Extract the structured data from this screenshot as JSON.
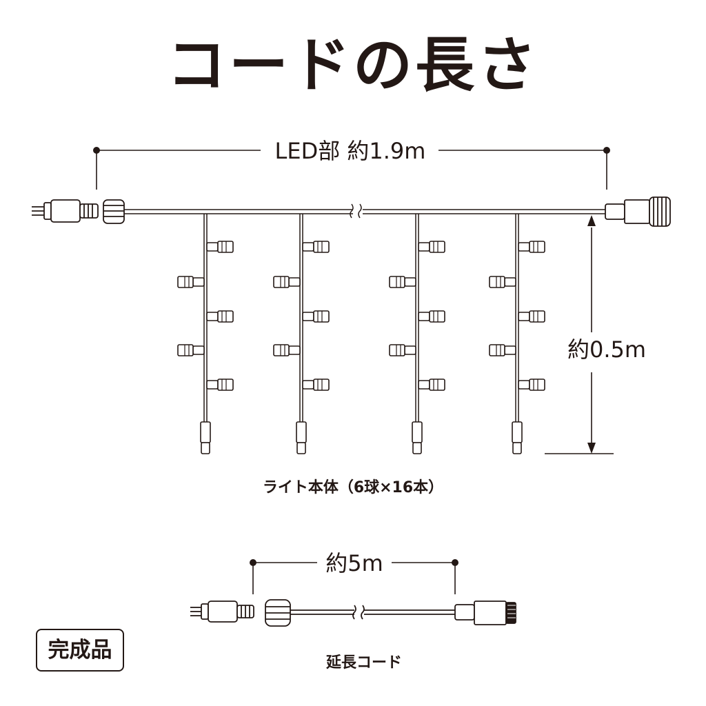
{
  "title": "コードの長さ",
  "led_section": {
    "width_label": "LED部 約1.9m",
    "drop_label": "約0.5m",
    "body_label": "ライト本体（6球×16本）"
  },
  "extension": {
    "length_label": "約5m",
    "name_label": "延長コード"
  },
  "badge": "完成品",
  "colors": {
    "line": "#231815",
    "background": "#ffffff"
  }
}
